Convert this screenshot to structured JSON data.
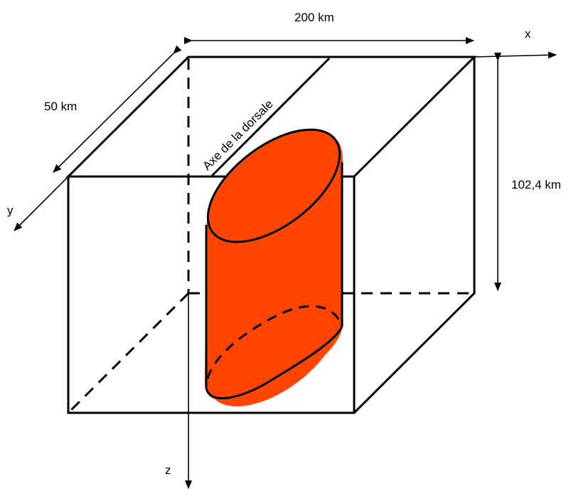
{
  "labels": {
    "width": "200 km",
    "depth": "50 km",
    "height": "102,4 km",
    "axis_x": "x",
    "axis_y": "y",
    "axis_z": "z",
    "ridge_axis": "Axe de la dorsale"
  },
  "colors": {
    "body": "#FF4500",
    "line": "#000000"
  }
}
